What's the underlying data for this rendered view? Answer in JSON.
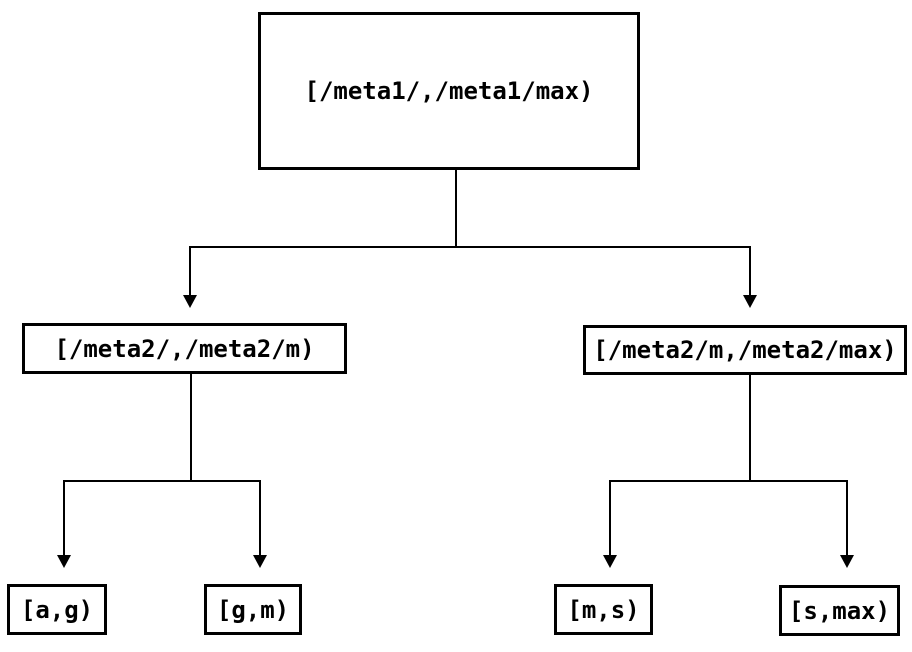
{
  "diagram": {
    "type": "tree",
    "background_color": "#ffffff",
    "line_color": "#000000",
    "text_color": "#000000",
    "nodes": [
      {
        "id": "root",
        "label": "[/meta1/,/meta1/max)"
      },
      {
        "id": "meta2-low",
        "label": "[/meta2/,/meta2/m)"
      },
      {
        "id": "meta2-high",
        "label": "[/meta2/m,/meta2/max)"
      },
      {
        "id": "leaf-a-g",
        "label": "[a,g)"
      },
      {
        "id": "leaf-g-m",
        "label": "[g,m)"
      },
      {
        "id": "leaf-m-s",
        "label": "[m,s)"
      },
      {
        "id": "leaf-s-max",
        "label": "[s,max)"
      }
    ],
    "edges": [
      {
        "from": "root",
        "to": "meta2-low"
      },
      {
        "from": "root",
        "to": "meta2-high"
      },
      {
        "from": "meta2-low",
        "to": "leaf-a-g"
      },
      {
        "from": "meta2-low",
        "to": "leaf-g-m"
      },
      {
        "from": "meta2-high",
        "to": "leaf-m-s"
      },
      {
        "from": "meta2-high",
        "to": "leaf-s-max"
      }
    ]
  }
}
